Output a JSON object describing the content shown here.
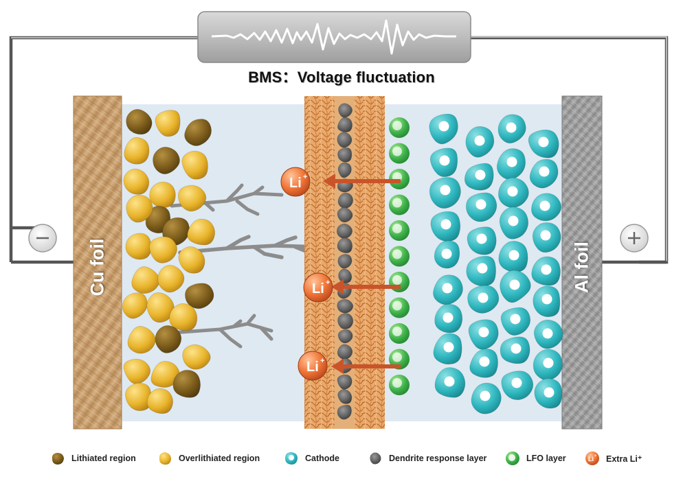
{
  "title": "BMS：Voltage fluctuation",
  "foils": {
    "anode": "Cu foil",
    "cathode": "Al foil"
  },
  "terminals": {
    "negative": "−",
    "positive": "+"
  },
  "ion_label": "Li",
  "ion_charge": "+",
  "legend": [
    {
      "icon": "lithiated-particle-icon",
      "label": "Lithiated region",
      "color": "#8a6a1c"
    },
    {
      "icon": "overlithiated-particle-icon",
      "label": "Overlithiated region",
      "color": "#e8b32a"
    },
    {
      "icon": "cathode-particle-icon",
      "label": "Cathode",
      "color": "#2fb7bf"
    },
    {
      "icon": "dendrite-response-icon",
      "label": "Dendrite response layer",
      "color": "#6a6a6a"
    },
    {
      "icon": "lfo-particle-icon",
      "label": "LFO layer",
      "color": "#3db04a"
    },
    {
      "icon": "extra-li-icon",
      "label": "Extra Li⁺",
      "color": "#e2622a"
    }
  ],
  "colors": {
    "electrolyte": "#dfe9f2",
    "cu_foil": "#c9a06e",
    "al_foil": "#9a9a9a",
    "separator": "#d98a4a",
    "arrow": "#c9542a"
  }
}
